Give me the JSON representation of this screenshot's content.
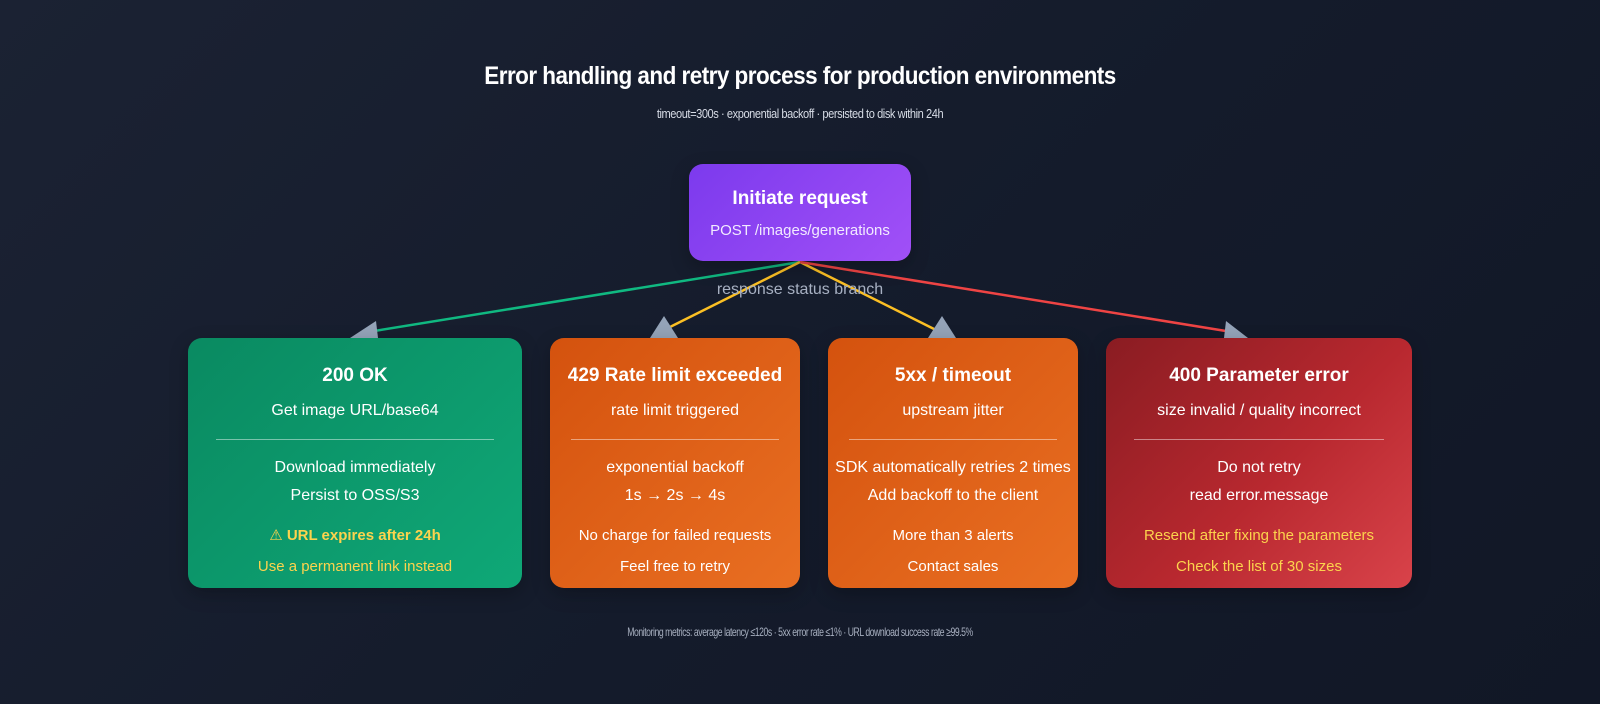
{
  "title": "Error handling and retry process for production environments",
  "subtitle": "timeout=300s · exponential backoff · persisted to disk within 24h",
  "start": {
    "heading": "Initiate request",
    "sub": "POST /images/generations"
  },
  "branch_label": "response status branch",
  "colors": {
    "start": "#8b45f5",
    "success": "#0e9f70",
    "warning": "#e0621a",
    "error": "#b8282f",
    "edge_success": "#10b981",
    "edge_warning": "#fbbf24",
    "edge_error": "#ef4444",
    "arrowhead": "#94a3b8",
    "highlight": "#fcd34d"
  },
  "cards": [
    {
      "heading": "200 OK",
      "sub": "Get image URL/base64",
      "line1": "Download immediately",
      "line2": "Persist to OSS/S3",
      "note1": "⚠ URL expires after 24h",
      "note2": "Use a permanent link instead"
    },
    {
      "heading": "429 Rate limit exceeded",
      "sub": "rate limit triggered",
      "line1": "exponential backoff",
      "line2": "1s → 2s → 4s",
      "note1": "No charge for failed requests",
      "note2": "Feel free to retry"
    },
    {
      "heading": "5xx / timeout",
      "sub": "upstream jitter",
      "line1": "SDK automatically retries 2 times",
      "line2": "Add backoff to the client",
      "note1": "More than 3 alerts",
      "note2": "Contact sales"
    },
    {
      "heading": "400 Parameter error",
      "sub": "size invalid / quality incorrect",
      "line1": "Do not retry",
      "line2": "read error.message",
      "note1": "Resend after fixing the parameters",
      "note2": "Check the list of 30 sizes"
    }
  ],
  "footer": "Monitoring metrics: average latency ≤120s · 5xx error rate ≤1% · URL download success rate ≥99.5%"
}
